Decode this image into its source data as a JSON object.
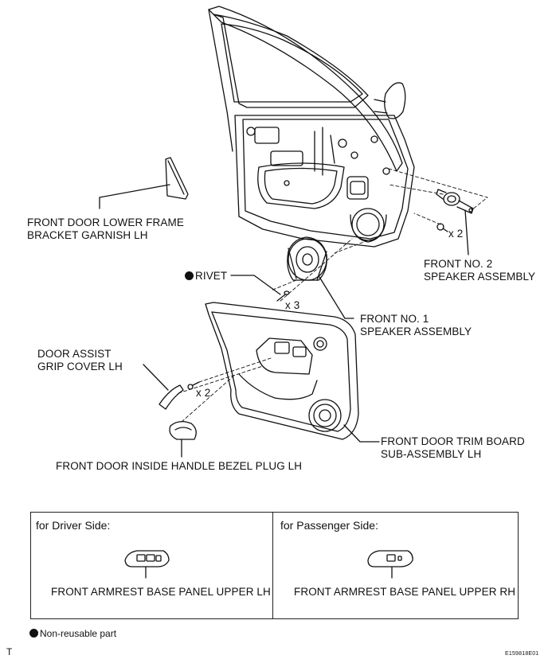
{
  "labels": {
    "lower_frame_garnish": [
      "FRONT DOOR LOWER FRAME",
      "BRACKET GARNISH LH"
    ],
    "rivet": "RIVET",
    "rivet_qty": "x 3",
    "no2_speaker_screw_qty": "x 2",
    "no2_speaker": [
      "FRONT NO. 2",
      "SPEAKER ASSEMBLY"
    ],
    "no1_speaker": [
      "FRONT NO. 1",
      "SPEAKER ASSEMBLY"
    ],
    "grip_cover": [
      "DOOR ASSIST",
      "GRIP COVER LH"
    ],
    "trim_screw_qty": "x 2",
    "trim_board": [
      "FRONT DOOR TRIM BOARD",
      "SUB-ASSEMBLY LH"
    ],
    "handle_bezel_plug": "FRONT DOOR INSIDE HANDLE BEZEL PLUG LH"
  },
  "panels": {
    "driver": {
      "heading": "for Driver Side:",
      "part": "FRONT ARMREST BASE PANEL UPPER LH"
    },
    "passenger": {
      "heading": "for Passenger Side:",
      "part": "FRONT ARMREST BASE PANEL UPPER  RH"
    }
  },
  "legend": "Non-reusable part",
  "corner_mark": "T",
  "figure_code": "E159818E01",
  "colors": {
    "ink": "#111111",
    "background": "#ffffff"
  }
}
